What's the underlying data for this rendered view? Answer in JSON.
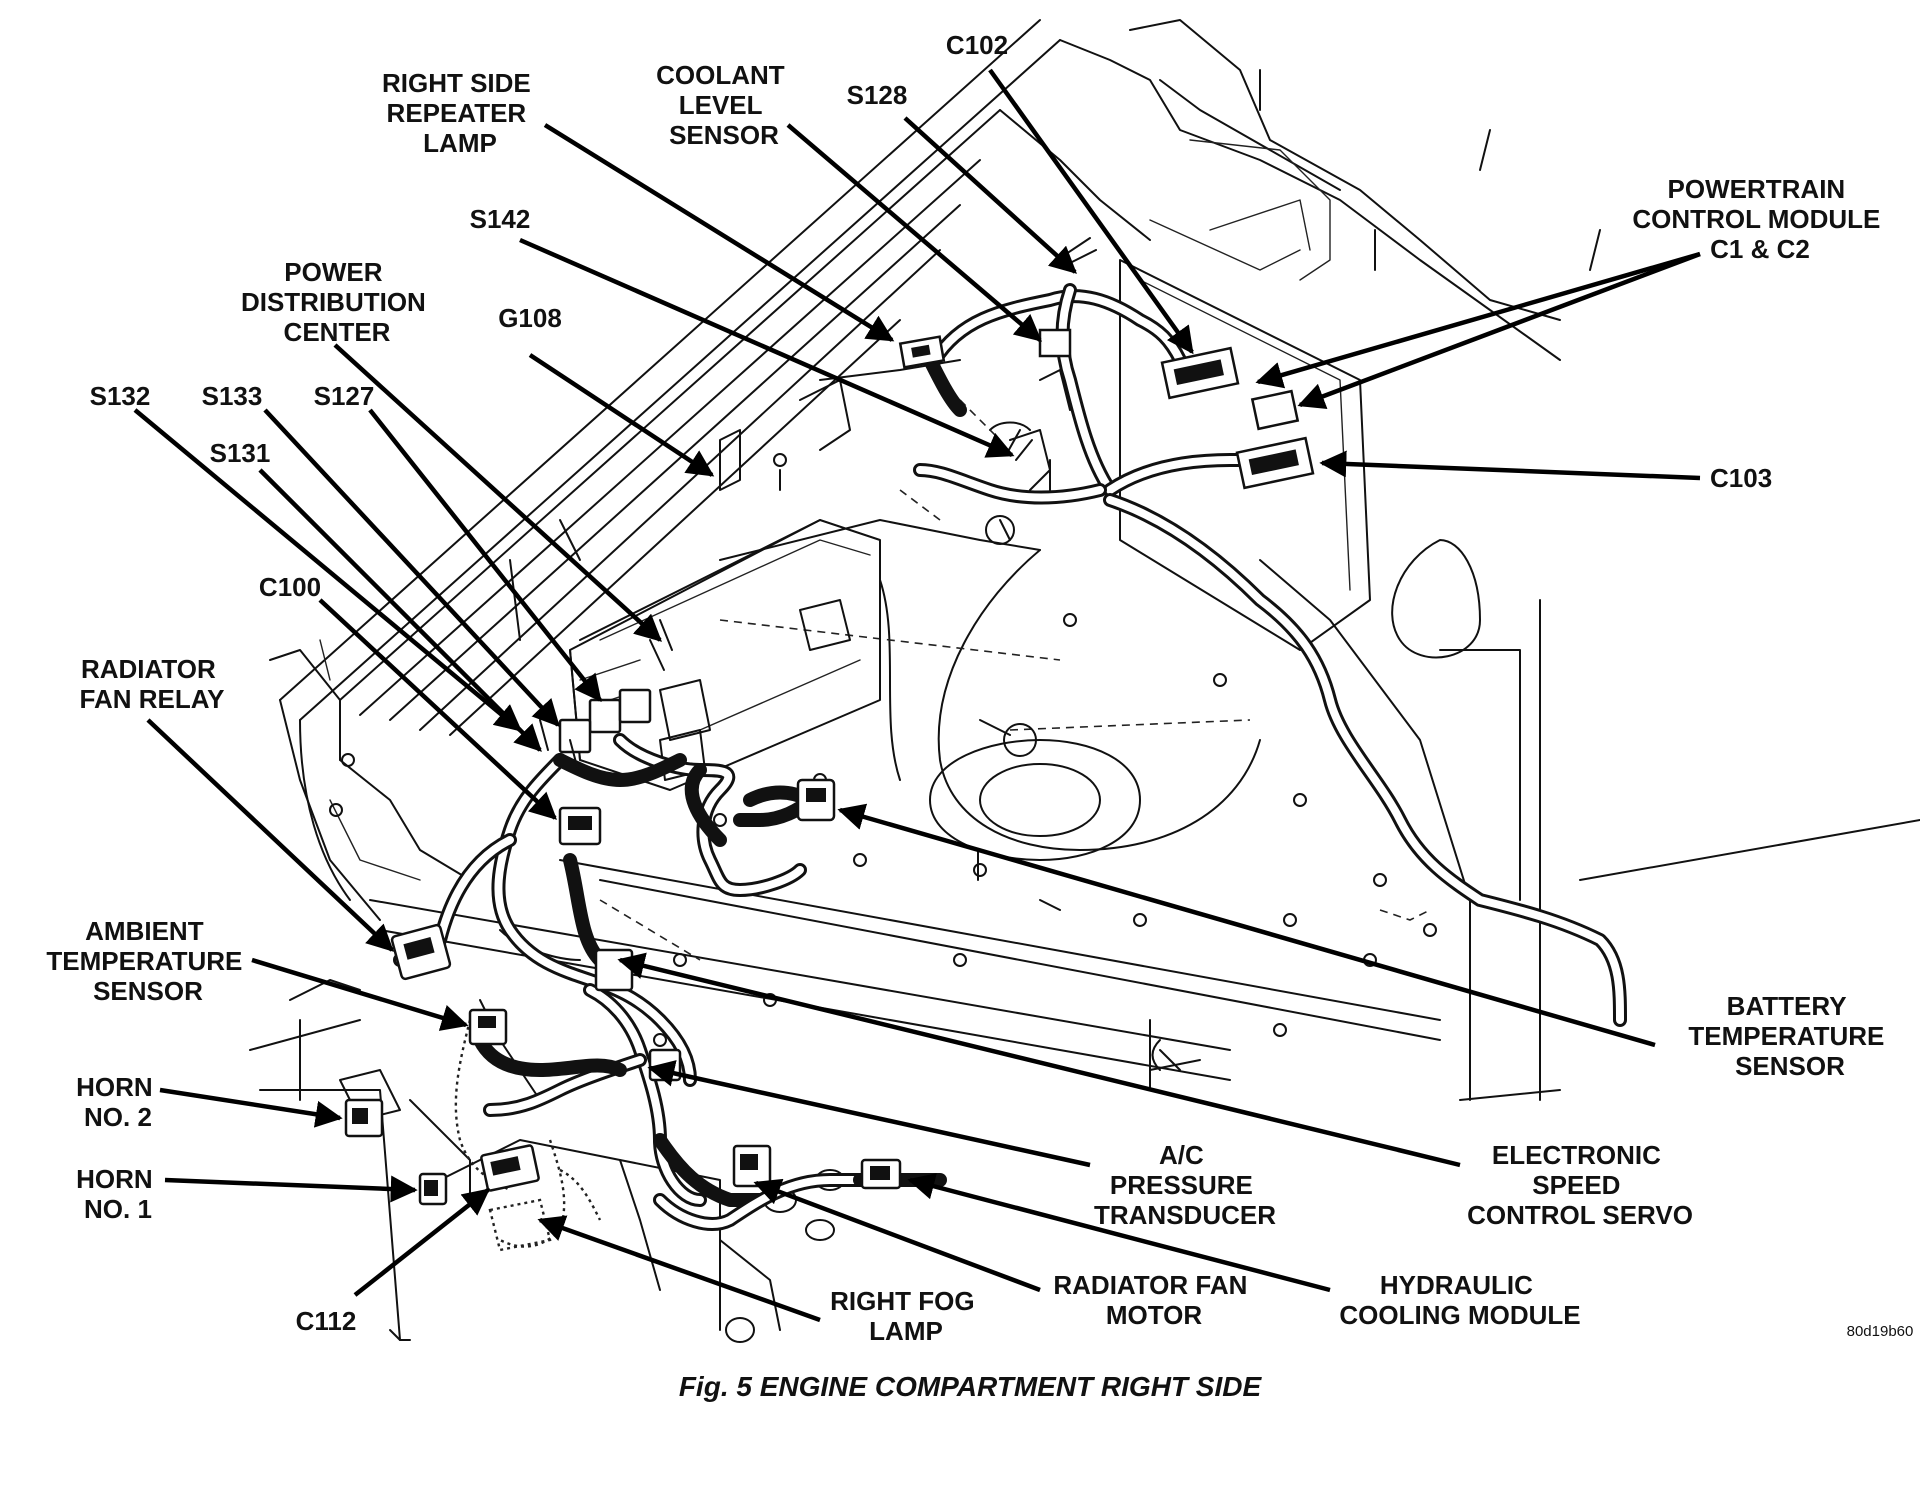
{
  "figure": {
    "caption": "Fig. 5 ENGINE COMPARTMENT RIGHT SIDE",
    "code": "80d19b60"
  },
  "labels": {
    "right_side_repeater_lamp": [
      "RIGHT SIDE",
      "REPEATER",
      "LAMP"
    ],
    "coolant_level_sensor": [
      "COOLANT",
      "LEVEL",
      "SENSOR"
    ],
    "s128": [
      "S128"
    ],
    "c102": [
      "C102"
    ],
    "powertrain_control_module": [
      "POWERTRAIN",
      "CONTROL MODULE",
      "C1 & C2"
    ],
    "s142": [
      "S142"
    ],
    "power_distribution_center": [
      "POWER",
      "DISTRIBUTION",
      "CENTER"
    ],
    "g108": [
      "G108"
    ],
    "s132": [
      "S132"
    ],
    "s133": [
      "S133"
    ],
    "s127": [
      "S127"
    ],
    "s131": [
      "S131"
    ],
    "c103": [
      "C103"
    ],
    "c100": [
      "C100"
    ],
    "radiator_fan_relay": [
      "RADIATOR",
      "FAN RELAY"
    ],
    "ambient_temperature_sensor": [
      "AMBIENT",
      "TEMPERATURE",
      "SENSOR"
    ],
    "battery_temperature_sensor": [
      "BATTERY",
      "TEMPERATURE",
      "SENSOR"
    ],
    "horn_no2": [
      "HORN",
      "NO. 2"
    ],
    "horn_no1": [
      "HORN",
      "NO. 1"
    ],
    "ac_pressure_transducer": [
      "A/C",
      "PRESSURE",
      "TRANSDUCER"
    ],
    "electronic_speed_control_servo": [
      "ELECTRONIC",
      "SPEED",
      "CONTROL SERVO"
    ],
    "c112": [
      "C112"
    ],
    "right_fog_lamp": [
      "RIGHT FOG",
      "LAMP"
    ],
    "radiator_fan_motor": [
      "RADIATOR FAN",
      "MOTOR"
    ],
    "hydraulic_cooling_module": [
      "HYDRAULIC",
      "COOLING MODULE"
    ]
  }
}
